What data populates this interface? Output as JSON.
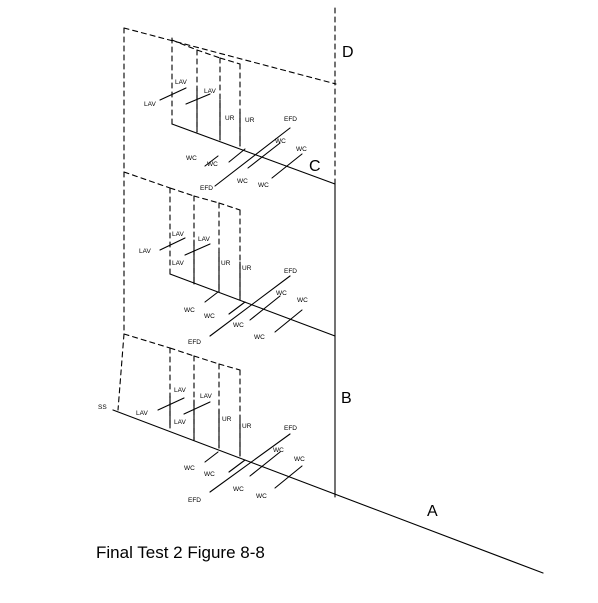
{
  "caption": "Final Test 2 Figure 8-8",
  "line_color": "#000000",
  "letters": {
    "a": "A",
    "b": "B",
    "c": "C",
    "d": "D"
  },
  "ss": "SS",
  "floors": [
    {
      "lav": [
        "LAV",
        "LAV",
        "LAV"
      ],
      "ur": [
        "UR",
        "UR"
      ],
      "efd": [
        "EFD",
        "EFD"
      ],
      "wc": [
        "WC",
        "WC",
        "WC",
        "WC",
        "WC",
        "WC"
      ]
    },
    {
      "lav": [
        "LAV",
        "LAV",
        "LAV",
        "LAV"
      ],
      "ur": [
        "UR",
        "UR"
      ],
      "efd": [
        "EFD",
        "EFD"
      ],
      "wc": [
        "WC",
        "WC",
        "WC",
        "WC",
        "WC",
        "WC"
      ]
    },
    {
      "lav": [
        "LAV",
        "LAV",
        "LAV",
        "LAV"
      ],
      "ur": [
        "UR",
        "UR"
      ],
      "efd": [
        "EFD",
        "EFD"
      ],
      "wc": [
        "WC",
        "WC",
        "WC",
        "WC",
        "WC",
        "WC"
      ]
    }
  ]
}
